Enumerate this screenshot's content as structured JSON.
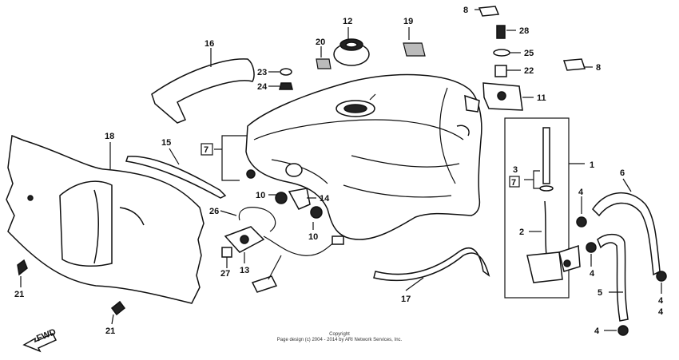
{
  "callouts": {
    "c1": "1",
    "c2": "2",
    "c3": "3",
    "c4a": "4",
    "c4b": "4",
    "c4c": "4",
    "c4d": "4",
    "c4e": "4",
    "c5": "5",
    "c6": "6",
    "c7a": "7",
    "c7b": "7",
    "c8a": "8",
    "c8b": "8",
    "c10a": "10",
    "c10b": "10",
    "c11": "11",
    "c12": "12",
    "c13": "13",
    "c14": "14",
    "c15": "15",
    "c16": "16",
    "c17": "17",
    "c18": "18",
    "c19": "19",
    "c20": "20",
    "c21a": "21",
    "c21b": "21",
    "c22": "22",
    "c23": "23",
    "c24": "24",
    "c25": "25",
    "c26": "26",
    "c27": "27",
    "c28": "28"
  },
  "fwd_label": "FWD",
  "copyright": {
    "line1": "Copyright",
    "line2": "Page design (c) 2004 - 2014 by ARI Network Services, Inc."
  }
}
